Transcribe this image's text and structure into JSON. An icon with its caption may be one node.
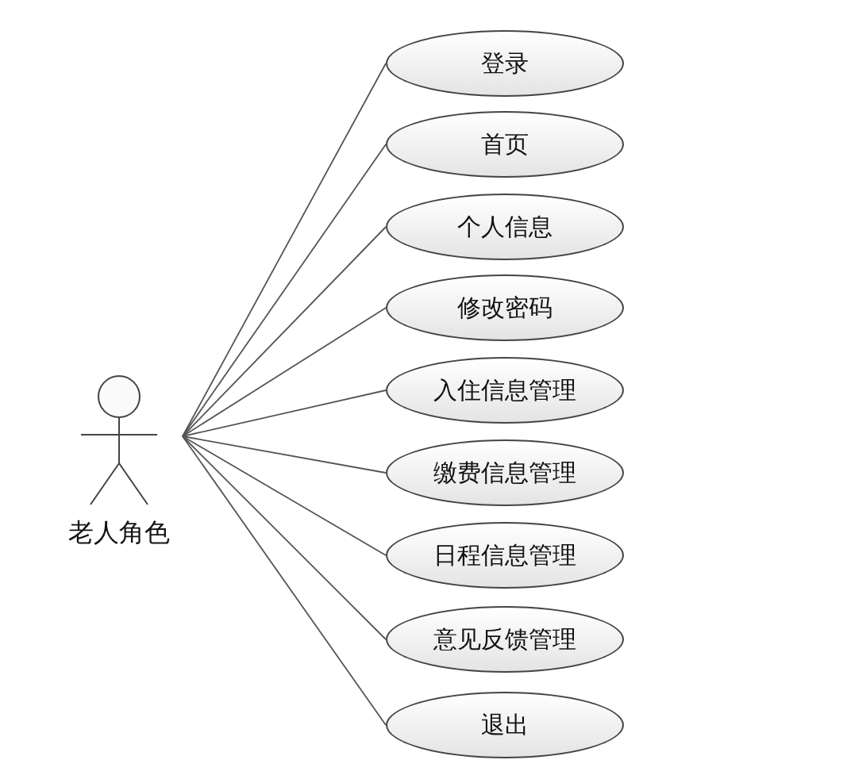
{
  "diagram": {
    "nodes": [
      {
        "text": [
          "老人角色"
        ]
      },
      {
        "text": [
          "登录"
        ]
      },
      {
        "text": [
          "首页"
        ]
      },
      {
        "text": [
          "个人信息"
        ]
      },
      {
        "text": [
          "修改密码"
        ]
      },
      {
        "text": [
          "入住信息管理"
        ]
      },
      {
        "text": [
          "缴费信息管理"
        ]
      },
      {
        "text": [
          "日程信息管理"
        ]
      },
      {
        "text": [
          "意见反馈管理"
        ]
      },
      {
        "text": [
          "退出"
        ]
      }
    ],
    "edges": [
      {
        "from": 0,
        "to": 1,
        "arrow": "none"
      },
      {
        "from": 0,
        "to": 2,
        "arrow": "none"
      },
      {
        "from": 0,
        "to": 3,
        "arrow": "none"
      },
      {
        "from": 0,
        "to": 4,
        "arrow": "none"
      },
      {
        "from": 0,
        "to": 5,
        "arrow": "none"
      },
      {
        "from": 0,
        "to": 6,
        "arrow": "none"
      },
      {
        "from": 0,
        "to": 7,
        "arrow": "none"
      },
      {
        "from": 0,
        "to": 8,
        "arrow": "none"
      },
      {
        "from": 0,
        "to": 9,
        "arrow": "none"
      }
    ]
  }
}
